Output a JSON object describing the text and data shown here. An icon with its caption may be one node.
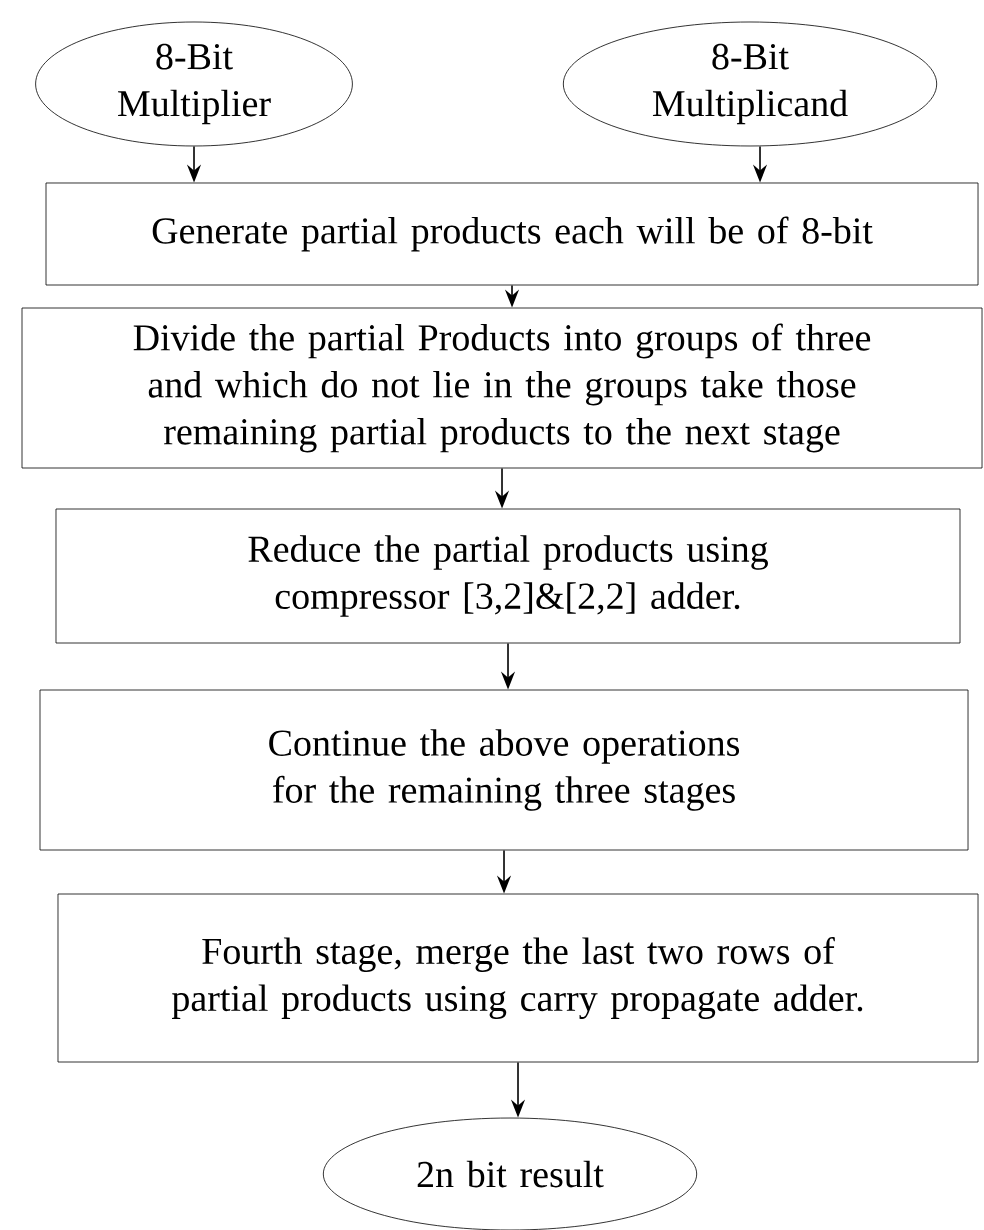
{
  "diagram": {
    "nodes": [
      {
        "text": [
          "8-Bit Multiplier"
        ]
      },
      {
        "text": [
          "8-Bit Multiplicand"
        ]
      },
      {
        "text": [
          "Generate partial products each will be of 8-bit"
        ]
      },
      {
        "text": [
          "Divide the partial Products into groups of three and which do not lie in the groups take those remaining partial products to the next stage"
        ]
      },
      {
        "text": [
          "Reduce the partial products using compressor [3,2]&[2,2] adder."
        ]
      },
      {
        "text": [
          "Continue the above operations for the remaining three stages"
        ]
      },
      {
        "text": [
          "Fourth stage, merge the last two rows of partial products using carry propagate adder."
        ]
      },
      {
        "text": [
          "2n bit result"
        ]
      }
    ],
    "edges": [
      {
        "from": 0,
        "to": 2,
        "arrow": "to"
      },
      {
        "from": 1,
        "to": 2,
        "arrow": "to"
      },
      {
        "from": 2,
        "to": 3,
        "arrow": "to"
      },
      {
        "from": 3,
        "to": 4,
        "arrow": "to"
      },
      {
        "from": 4,
        "to": 5,
        "arrow": "to"
      },
      {
        "from": 5,
        "to": 6,
        "arrow": "to"
      },
      {
        "from": 6,
        "to": 7,
        "arrow": "to"
      }
    ]
  }
}
